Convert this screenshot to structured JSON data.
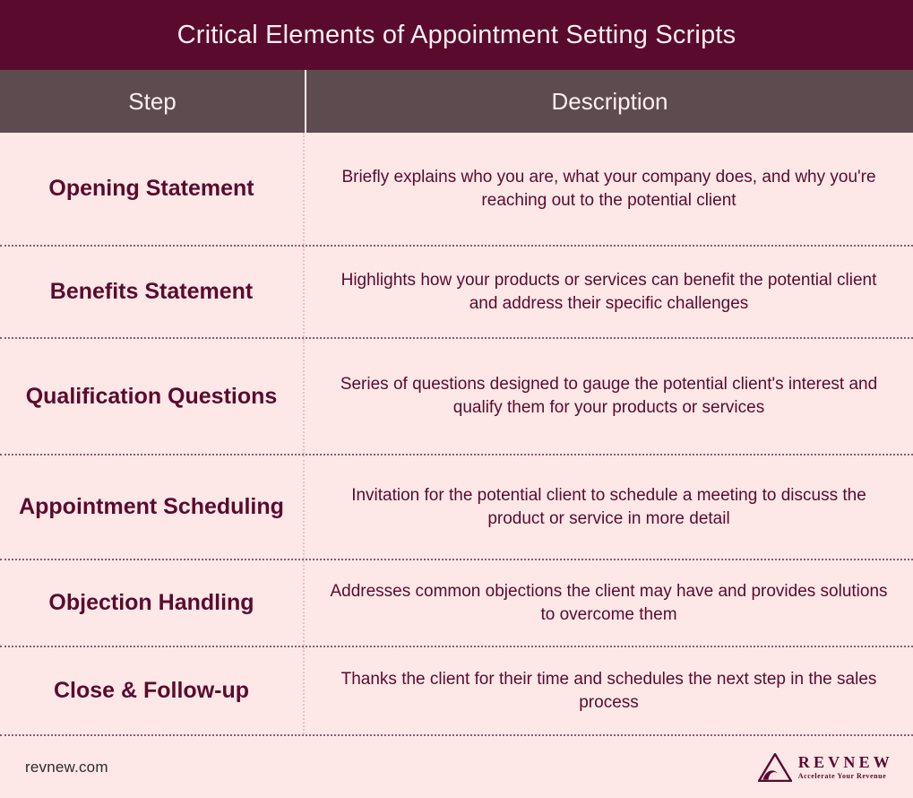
{
  "header": {
    "title": "Critical Elements of Appointment Setting Scripts",
    "bar_color": "#5a0b2d",
    "title_color": "#fdeef0"
  },
  "table": {
    "columns": [
      "Step",
      "Description"
    ],
    "column_header_bg": "#5e4b50",
    "body_bg": "#fde8e7",
    "text_color": "#5a0b2d",
    "rows": [
      {
        "step": "Opening Statement",
        "description": "Briefly explains who you are, what your company does, and why you're reaching out to the potential client"
      },
      {
        "step": "Benefits Statement",
        "description": "Highlights how your products or services can benefit the potential client and address their specific challenges"
      },
      {
        "step": "Qualification Questions",
        "description": "Series of questions designed to gauge the potential client's interest and qualify them for your products or services"
      },
      {
        "step": "Appointment Scheduling",
        "description": "Invitation for the potential client to schedule a meeting to discuss the product or service in more detail"
      },
      {
        "step": "Objection Handling",
        "description": "Addresses common objections the client may have and provides solutions to overcome them"
      },
      {
        "step": "Close & Follow-up",
        "description": "Thanks the client for their time and schedules the next step in the sales process"
      }
    ]
  },
  "footer": {
    "site": "revnew.com",
    "logo": {
      "icon": "triangle-wave-logo-icon",
      "brand": "REVNEW",
      "tagline": "Accelerate Your Revenue",
      "color": "#5a0b2d"
    }
  }
}
